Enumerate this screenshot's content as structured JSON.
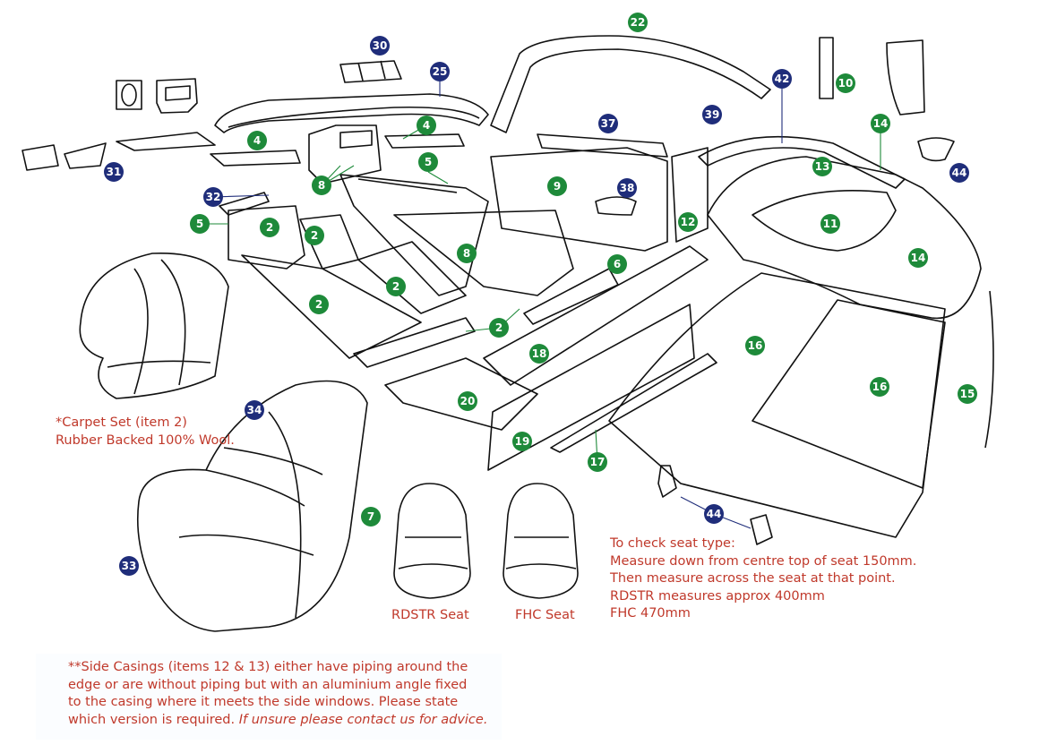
{
  "colors": {
    "primary_badge": "#1e8a3a",
    "secondary_badge": "#1f2d7a",
    "note_text": "#c0392b",
    "line": "#111111"
  },
  "callouts": [
    {
      "label": "22",
      "kind": "primary"
    },
    {
      "label": "30",
      "kind": "secondary"
    },
    {
      "label": "25",
      "kind": "secondary"
    },
    {
      "label": "42",
      "kind": "secondary"
    },
    {
      "label": "10",
      "kind": "primary"
    },
    {
      "label": "39",
      "kind": "secondary"
    },
    {
      "label": "37",
      "kind": "secondary"
    },
    {
      "label": "4",
      "kind": "primary"
    },
    {
      "label": "4",
      "kind": "primary"
    },
    {
      "label": "14",
      "kind": "primary"
    },
    {
      "label": "13",
      "kind": "primary"
    },
    {
      "label": "44",
      "kind": "secondary"
    },
    {
      "label": "31",
      "kind": "secondary"
    },
    {
      "label": "5",
      "kind": "primary"
    },
    {
      "label": "8",
      "kind": "primary"
    },
    {
      "label": "9",
      "kind": "primary"
    },
    {
      "label": "38",
      "kind": "secondary"
    },
    {
      "label": "32",
      "kind": "secondary"
    },
    {
      "label": "5",
      "kind": "primary"
    },
    {
      "label": "2",
      "kind": "primary"
    },
    {
      "label": "12",
      "kind": "primary"
    },
    {
      "label": "11",
      "kind": "primary"
    },
    {
      "label": "2",
      "kind": "primary"
    },
    {
      "label": "8",
      "kind": "primary"
    },
    {
      "label": "6",
      "kind": "primary"
    },
    {
      "label": "14",
      "kind": "primary"
    },
    {
      "label": "2",
      "kind": "primary"
    },
    {
      "label": "2",
      "kind": "primary"
    },
    {
      "label": "2",
      "kind": "primary"
    },
    {
      "label": "16",
      "kind": "primary"
    },
    {
      "label": "18",
      "kind": "primary"
    },
    {
      "label": "16",
      "kind": "primary"
    },
    {
      "label": "15",
      "kind": "primary"
    },
    {
      "label": "20",
      "kind": "primary"
    },
    {
      "label": "34",
      "kind": "secondary"
    },
    {
      "label": "19",
      "kind": "primary"
    },
    {
      "label": "17",
      "kind": "primary"
    },
    {
      "label": "44",
      "kind": "secondary"
    },
    {
      "label": "7",
      "kind": "primary"
    },
    {
      "label": "33",
      "kind": "secondary"
    }
  ],
  "notes": {
    "carpet_line1": "*Carpet Set (item 2)",
    "carpet_line2": "Rubber Backed 100% Wool.",
    "rdstr_seat": "RDSTR Seat",
    "fhc_seat": "FHC Seat",
    "seat_check": [
      "To check seat type:",
      "Measure down from centre top of seat 150mm.",
      "Then measure across the seat at that point.",
      "RDSTR measures approx 400mm",
      "FHC 470mm"
    ],
    "side_casings": [
      "**Side Casings (items 12 & 13) either have piping around the",
      "edge or are without piping but with an aluminium angle fixed",
      "to the casing where it meets the side windows. Please state"
    ],
    "side_casings_last": "which version is required.",
    "side_casings_italic": "If unsure please contact us for advice."
  }
}
